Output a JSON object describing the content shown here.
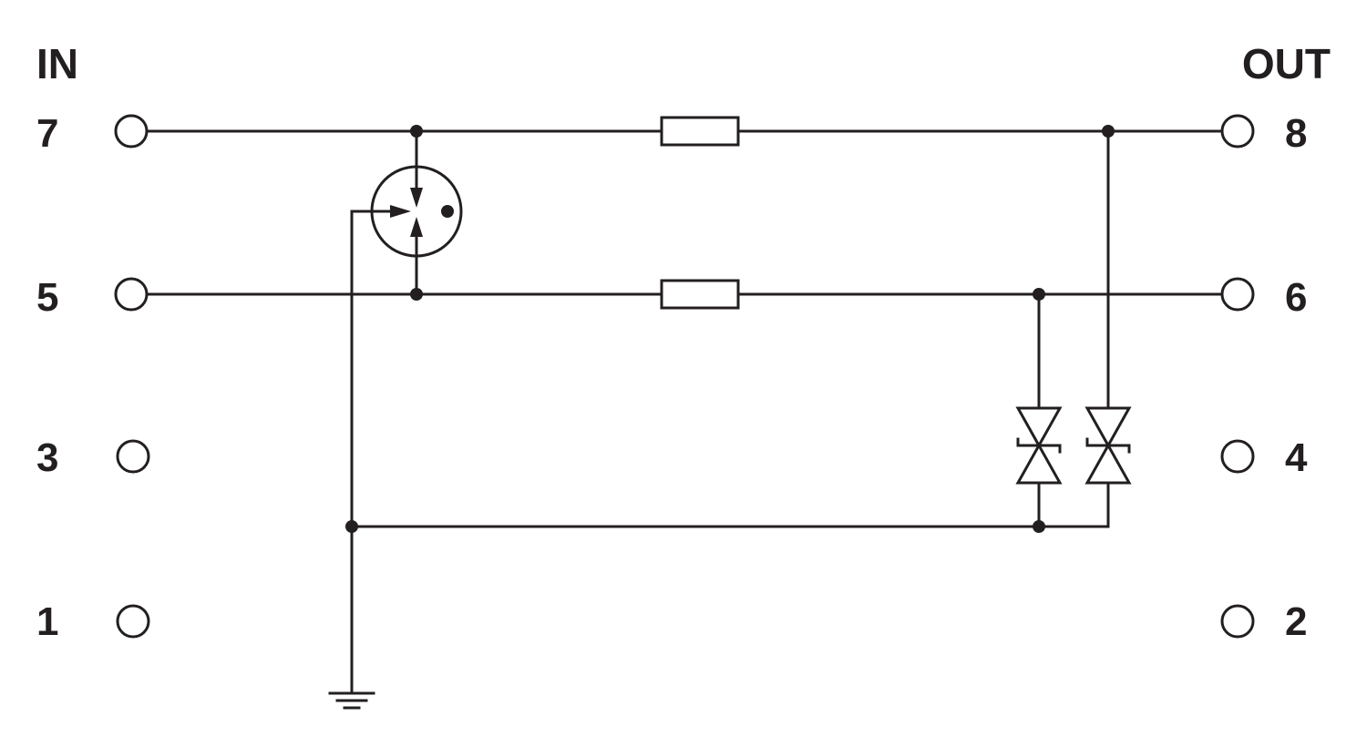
{
  "diagram": {
    "input_header": "IN",
    "output_header": "OUT",
    "input_terminals": [
      "7",
      "5",
      "3",
      "1"
    ],
    "output_terminals": [
      "8",
      "6",
      "4",
      "2"
    ],
    "colors": {
      "line": "#231f20",
      "background": "#ffffff"
    },
    "components": {
      "resistors": [
        "resistor",
        "resistor"
      ],
      "gas_discharge_tube": "gas-discharge-tube",
      "tvs_diodes": [
        "bidirectional-tvs-diode",
        "bidirectional-tvs-diode"
      ],
      "ground": "ground-symbol"
    }
  }
}
